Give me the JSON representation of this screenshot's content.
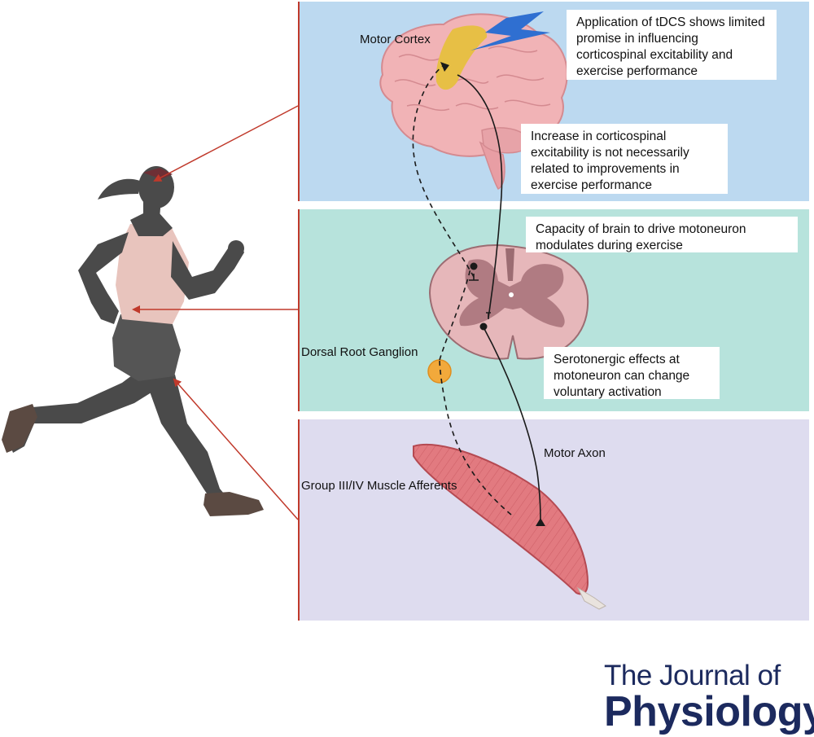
{
  "labels": {
    "motor_cortex": "Motor Cortex",
    "dorsal_root_ganglion": "Dorsal Root Ganglion",
    "motor_axon": "Motor Axon",
    "muscle_afferents": "Group III/IV Muscle Afferents"
  },
  "callouts": {
    "tdcs": "Application of tDCS shows limited promise in influencing corticospinal excitability and exercise performance",
    "corticospinal": "Increase in corticospinal excitability is not necessarily related to improvements in exercise performance",
    "capacity": "Capacity of brain to drive motoneuron modulates during exercise",
    "serotonergic": "Serotonergic effects at motoneuron can change voluntary activation"
  },
  "journal": {
    "line1": "The Journal of",
    "line2": "Physiology"
  },
  "colors": {
    "brain_panel": "#bcd9f0",
    "spine_panel": "#b7e3dc",
    "muscle_panel": "#dedcef",
    "pointer_red": "#c0392b",
    "journal_navy": "#1c2a5e",
    "ganglion_orange": "#f2a93b"
  }
}
